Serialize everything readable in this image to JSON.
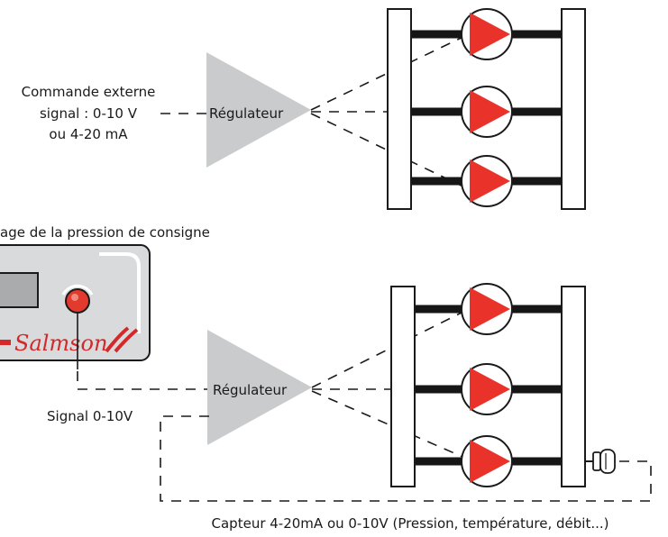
{
  "top_section": {
    "external_command": {
      "line1": "Commande externe",
      "line2": "signal : 0-10 V",
      "line3": "ou 4-20 mA"
    },
    "regulator_label": "Régulateur"
  },
  "bottom_section": {
    "setpoint_caption": "age de la pression de consigne",
    "brand_logo": "Salmson",
    "regulator_label": "Régulateur",
    "signal_label": "Signal 0-10V",
    "sensor_caption": "Capteur 4-20mA ou 0-10V (Pression, température, débit...)"
  },
  "colors": {
    "pump_arrow": "#e8322a",
    "knob": "#e23a2c",
    "regulator_triangle": "#c9cbcc",
    "control_panel": "#d9dadb",
    "brand": "#d4282a"
  },
  "icons": {
    "pump": "pump-icon",
    "knob": "setpoint-knob-icon",
    "sensor": "sensor-icon"
  }
}
